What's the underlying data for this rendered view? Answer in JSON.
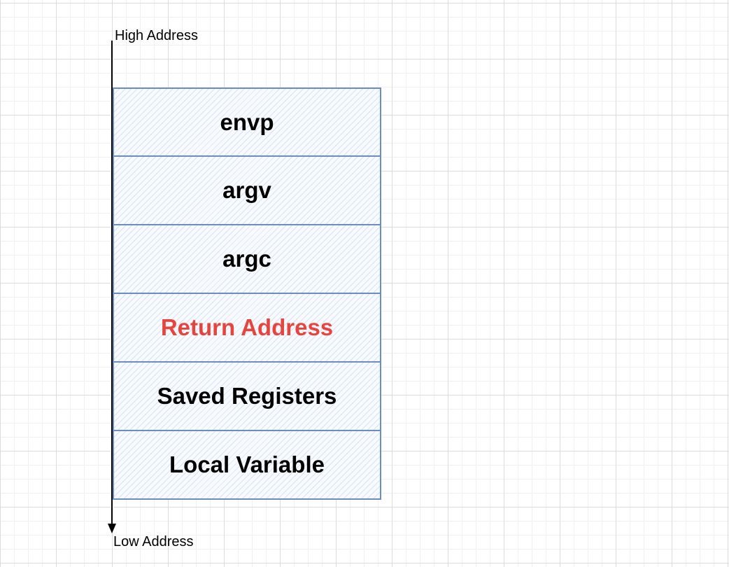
{
  "axis": {
    "high_label": "High Address",
    "low_label": "Low Address"
  },
  "colors": {
    "frame_stroke": "#6c8ebf",
    "frame_fill": "#dae8fc",
    "highlight_text": "#e6453e",
    "normal_text": "#000000"
  },
  "stack": {
    "frames": [
      {
        "label": "envp",
        "highlight": false
      },
      {
        "label": "argv",
        "highlight": false
      },
      {
        "label": "argc",
        "highlight": false
      },
      {
        "label": "Return Address",
        "highlight": true
      },
      {
        "label": "Saved Registers",
        "highlight": false
      },
      {
        "label": "Local Variable",
        "highlight": false
      }
    ]
  }
}
